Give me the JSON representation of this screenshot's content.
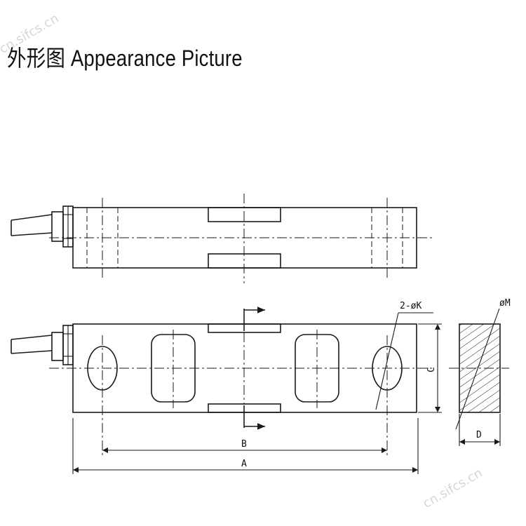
{
  "header": {
    "title_cn": "外形图",
    "title_en": "Appearance Picture"
  },
  "watermark": {
    "text": "cn.sifcs.cn"
  },
  "labels": {
    "holes": "2-øK",
    "section_dia": "øM",
    "dim_a": "A",
    "dim_b": "B",
    "dim_c": "C",
    "dim_d": "D"
  }
}
